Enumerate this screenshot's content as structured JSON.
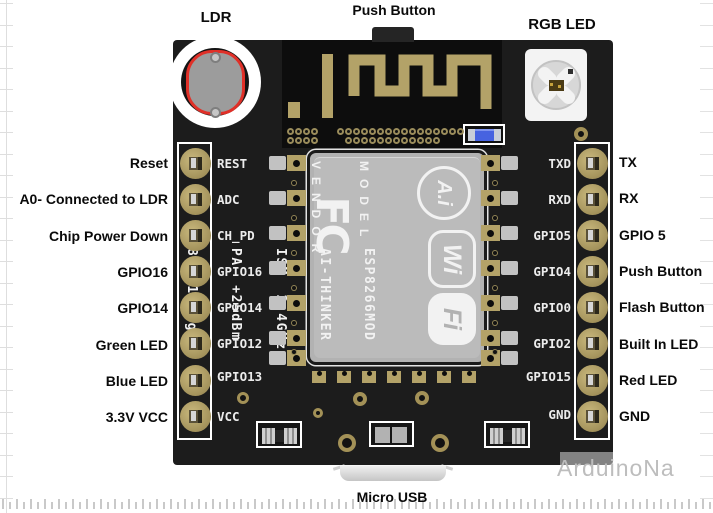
{
  "titles": {
    "ldr": "LDR",
    "push_button_top": "Push Button",
    "rgb_led": "RGB LED",
    "micro_usb": "Micro USB"
  },
  "watermark": "ArduinoNa",
  "pins": {
    "left": [
      {
        "external": "Reset",
        "silk": "REST"
      },
      {
        "external": "A0- Connected to LDR",
        "silk": "ADC"
      },
      {
        "external": "Chip Power Down",
        "silk": "CH_PD"
      },
      {
        "external": "GPIO16",
        "silk": "GPIO16"
      },
      {
        "external": "GPIO14",
        "silk": "GPIO14"
      },
      {
        "external": "Green LED",
        "silk": "GPIO12"
      },
      {
        "external": "Blue LED",
        "silk": "GPIO13"
      },
      {
        "external": "3.3V VCC",
        "silk": "VCC"
      }
    ],
    "right": [
      {
        "external": "TX",
        "silk": "TXD"
      },
      {
        "external": "RX",
        "silk": "RXD"
      },
      {
        "external": "GPIO 5",
        "silk": "GPIO5"
      },
      {
        "external": "Push Button",
        "silk": "GPIO4"
      },
      {
        "external": "Flash Button",
        "silk": "GPIO0"
      },
      {
        "external": "Built In LED",
        "silk": "GPIO2"
      },
      {
        "external": "Red LED",
        "silk": "GPIO15"
      },
      {
        "external": "GND",
        "silk": "GND"
      }
    ]
  },
  "module": {
    "fcc_logo": "FC",
    "model_label": "MODEL",
    "vendor_label": "VENDOR",
    "ai_logo": "A.i",
    "spec_lines": [
      "ESP8266MOD",
      "AI-THINKER",
      "ISM  2.4GHz",
      "PA  +25dBm",
      "802.11b/g/n"
    ],
    "wifi_logo_top": "Wi",
    "wifi_logo_bottom": "Fi"
  },
  "colors": {
    "pcb": "#1c1c1c",
    "pcbDark": "#0d0d0d",
    "gold": "#b3a268",
    "moduleGray": "#b2b2b2",
    "red": "#e03028",
    "blue": "#4663e0",
    "ink": "#0a0a0a",
    "watermark": "#bdbdbd"
  }
}
